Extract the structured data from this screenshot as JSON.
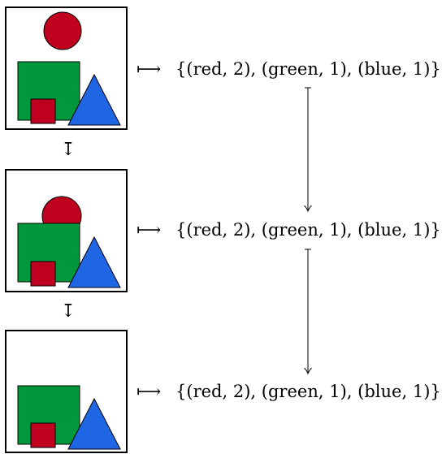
{
  "rows": [
    {
      "shapes": [
        "red circle",
        "green square",
        "small red square",
        "blue triangle"
      ],
      "set_text": {
        "open": "{",
        "items": [
          [
            "red",
            "2"
          ],
          [
            "green",
            "1"
          ],
          [
            "blue",
            "1"
          ]
        ],
        "close": "}"
      }
    },
    {
      "shapes": [
        "red circle",
        "green square",
        "small red square",
        "blue triangle"
      ],
      "set_text": {
        "open": "{",
        "items": [
          [
            "red",
            "2"
          ],
          [
            "green",
            "1"
          ],
          [
            "blue",
            "1"
          ]
        ],
        "close": "}"
      }
    },
    {
      "shapes": [
        "green square",
        "small red square",
        "blue triangle"
      ],
      "set_text": {
        "open": "{",
        "items": [
          [
            "red",
            "2"
          ],
          [
            "green",
            "1"
          ],
          [
            "blue",
            "1"
          ]
        ],
        "close": "}"
      }
    }
  ],
  "arrows": {
    "maps_to": "⟼",
    "left_down": "↧",
    "right_down": "↧"
  },
  "colors": {
    "red": "#c0001f",
    "green": "#00973d",
    "blue": "#1f66e5",
    "outline": "#000000"
  }
}
